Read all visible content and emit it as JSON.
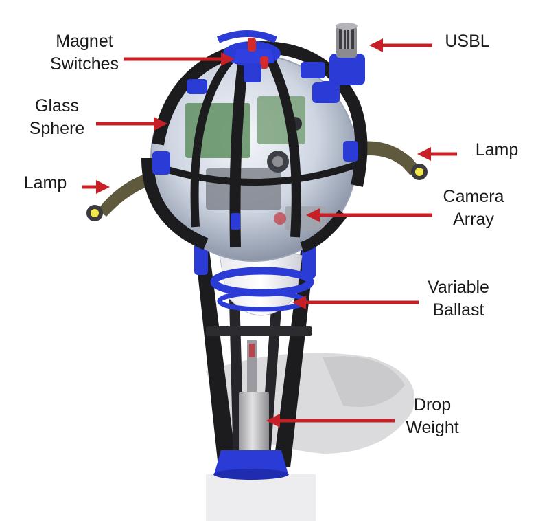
{
  "labels": {
    "magnet_switches": [
      "Magnet",
      "Switches"
    ],
    "usbl": [
      "USBL"
    ],
    "glass_sphere": [
      "Glass",
      "Sphere"
    ],
    "lamp_right": [
      "Lamp"
    ],
    "lamp_left": [
      "Lamp"
    ],
    "camera_array": [
      "Camera",
      "Array"
    ],
    "variable_ballast": [
      "Variable",
      "Ballast"
    ],
    "drop_weight": [
      "Drop",
      "Weight"
    ]
  },
  "colors": {
    "arrow": "#c62026",
    "frame_blue": "#2a3bd6",
    "frame_black": "#1c1c1f",
    "shadow": "#d2d2d2",
    "lamp_lens": "#f3ea4a"
  }
}
